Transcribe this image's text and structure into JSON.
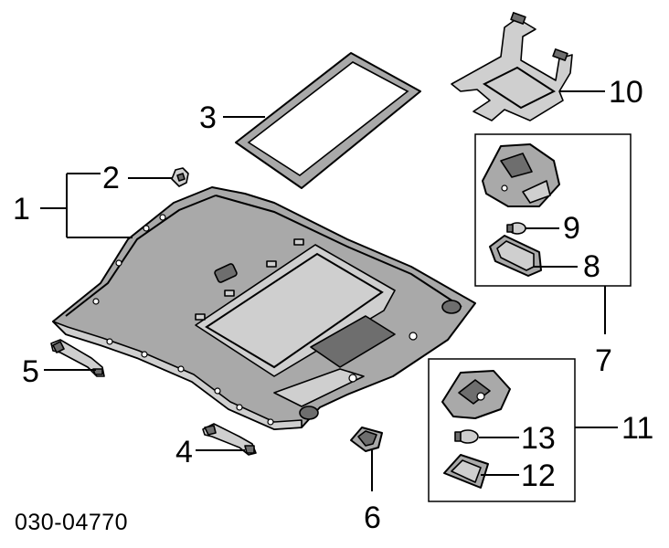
{
  "diagram": {
    "part_code": "030-04770",
    "callouts": [
      {
        "id": "1",
        "label": "1",
        "part": "headlining"
      },
      {
        "id": "2",
        "label": "2",
        "part": "clip"
      },
      {
        "id": "3",
        "label": "3",
        "part": "sunroof-frame"
      },
      {
        "id": "4",
        "label": "4",
        "part": "assist-grip-bracket"
      },
      {
        "id": "5",
        "label": "5",
        "part": "assist-grip-bracket"
      },
      {
        "id": "6",
        "label": "6",
        "part": "map-lamp-lens"
      },
      {
        "id": "7",
        "label": "7",
        "part": "room-lamp-assembly"
      },
      {
        "id": "8",
        "label": "8",
        "part": "lamp-lens"
      },
      {
        "id": "9",
        "label": "9",
        "part": "bulb"
      },
      {
        "id": "10",
        "label": "10",
        "part": "lamp-bracket"
      },
      {
        "id": "11",
        "label": "11",
        "part": "map-lamp-assembly"
      },
      {
        "id": "12",
        "label": "12",
        "part": "lamp-lens"
      },
      {
        "id": "13",
        "label": "13",
        "part": "bulb"
      }
    ]
  }
}
